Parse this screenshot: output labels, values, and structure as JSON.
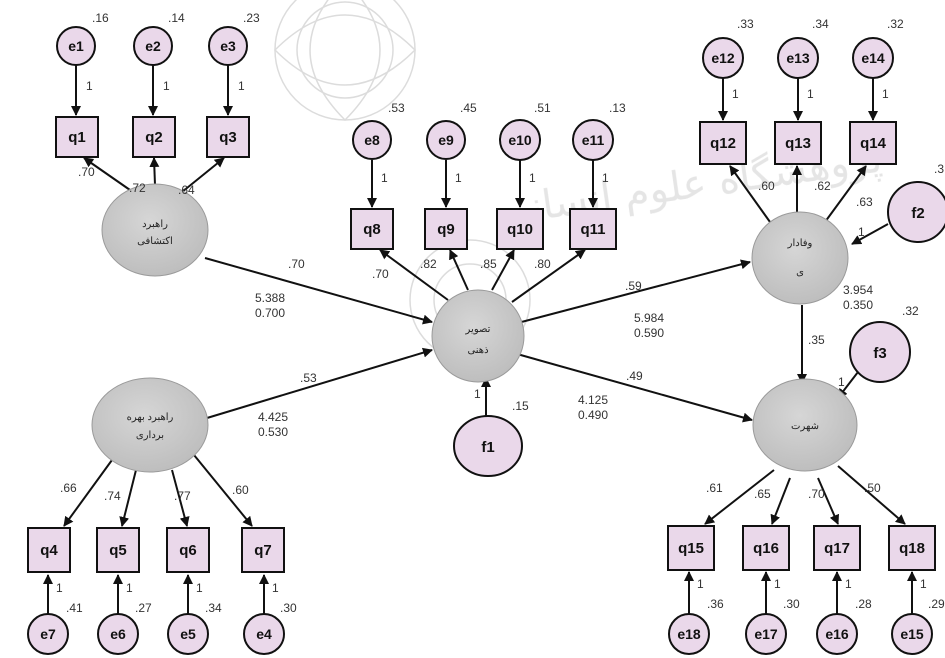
{
  "observed": {
    "q1": "q1",
    "q2": "q2",
    "q3": "q3",
    "q4": "q4",
    "q5": "q5",
    "q6": "q6",
    "q7": "q7",
    "q8": "q8",
    "q9": "q9",
    "q10": "q10",
    "q11": "q11",
    "q12": "q12",
    "q13": "q13",
    "q14": "q14",
    "q15": "q15",
    "q16": "q16",
    "q17": "q17",
    "q18": "q18"
  },
  "errors": {
    "e1": "e1",
    "e2": "e2",
    "e3": "e3",
    "e4": "e4",
    "e5": "e5",
    "e6": "e6",
    "e7": "e7",
    "e8": "e8",
    "e9": "e9",
    "e10": "e10",
    "e11": "e11",
    "e12": "e12",
    "e13": "e13",
    "e14": "e14",
    "e15": "e15",
    "e16": "e16",
    "e17": "e17",
    "e18": "e18"
  },
  "disturbances": {
    "f1": "f1",
    "f2": "f2",
    "f3": "f3"
  },
  "latent": {
    "l1_line1": "راهبرد",
    "l1_line2": "اکتشافی",
    "l2_line1": "راهبرد بهره",
    "l2_line2": "برداری",
    "l3_line1": "تصویر",
    "l3_line2": "ذهنی",
    "l4_line1": "وفادار",
    "l4_line2": "ی",
    "l5_line1": "شهرت"
  },
  "error_variances": {
    "e1": ".16",
    "e2": ".14",
    "e3": ".23",
    "e8": ".53",
    "e9": ".45",
    "e10": ".51",
    "e11": ".13",
    "e12": ".33",
    "e13": ".34",
    "e14": ".32",
    "e4": ".30",
    "e5": ".34",
    "e6": ".27",
    "e7": ".41",
    "e15": ".29",
    "e16": ".28",
    "e17": ".30",
    "e18": ".36",
    "f1": ".15",
    "f2": ".3",
    "f3": ".32"
  },
  "fixed_paths": {
    "e1": "1",
    "e2": "1",
    "e3": "1",
    "e8": "1",
    "e9": "1",
    "e10": "1",
    "e11": "1",
    "e12": "1",
    "e13": "1",
    "e14": "1",
    "e4": "1",
    "e5": "1",
    "e6": "1",
    "e7": "1",
    "e15": "1",
    "e16": "1",
    "e17": "1",
    "e18": "1",
    "f1": "1",
    "f2": "1",
    "f3": "1"
  },
  "loadings": {
    "q1": ".70",
    "q2": ".72",
    "q3": ".64",
    "q8": ".70",
    "q9": ".82",
    "q10": ".85",
    "q11": ".80",
    "q12": ".60",
    "q13": ".62",
    "q14": ".63",
    "q4": ".66",
    "q5": ".74",
    "q6": ".77",
    "q7": ".60",
    "q15": ".61",
    "q16": ".65",
    "q17": ".70",
    "q18": ".50"
  },
  "structural": {
    "l1_l3": ".70",
    "l1_l3_t": "5.388",
    "l1_l3_r2": "0.700",
    "l2_l3": ".53",
    "l2_l3_t": "4.425",
    "l2_l3_r2": "0.530",
    "l3_l4": ".59",
    "l3_l4_t": "5.984",
    "l3_l4_r2": "0.590",
    "l3_l5": ".49",
    "l3_l5_t": "4.125",
    "l3_l5_r2": "0.490",
    "l4_l5": ".35",
    "l4_l5_t": "3.954",
    "l4_l5_r2": "0.350"
  },
  "colors": {
    "box_fill": "#ead8ea",
    "error_fill": "#ead8ea",
    "latent_fill": "#c9c9c9",
    "line": "#111111"
  }
}
